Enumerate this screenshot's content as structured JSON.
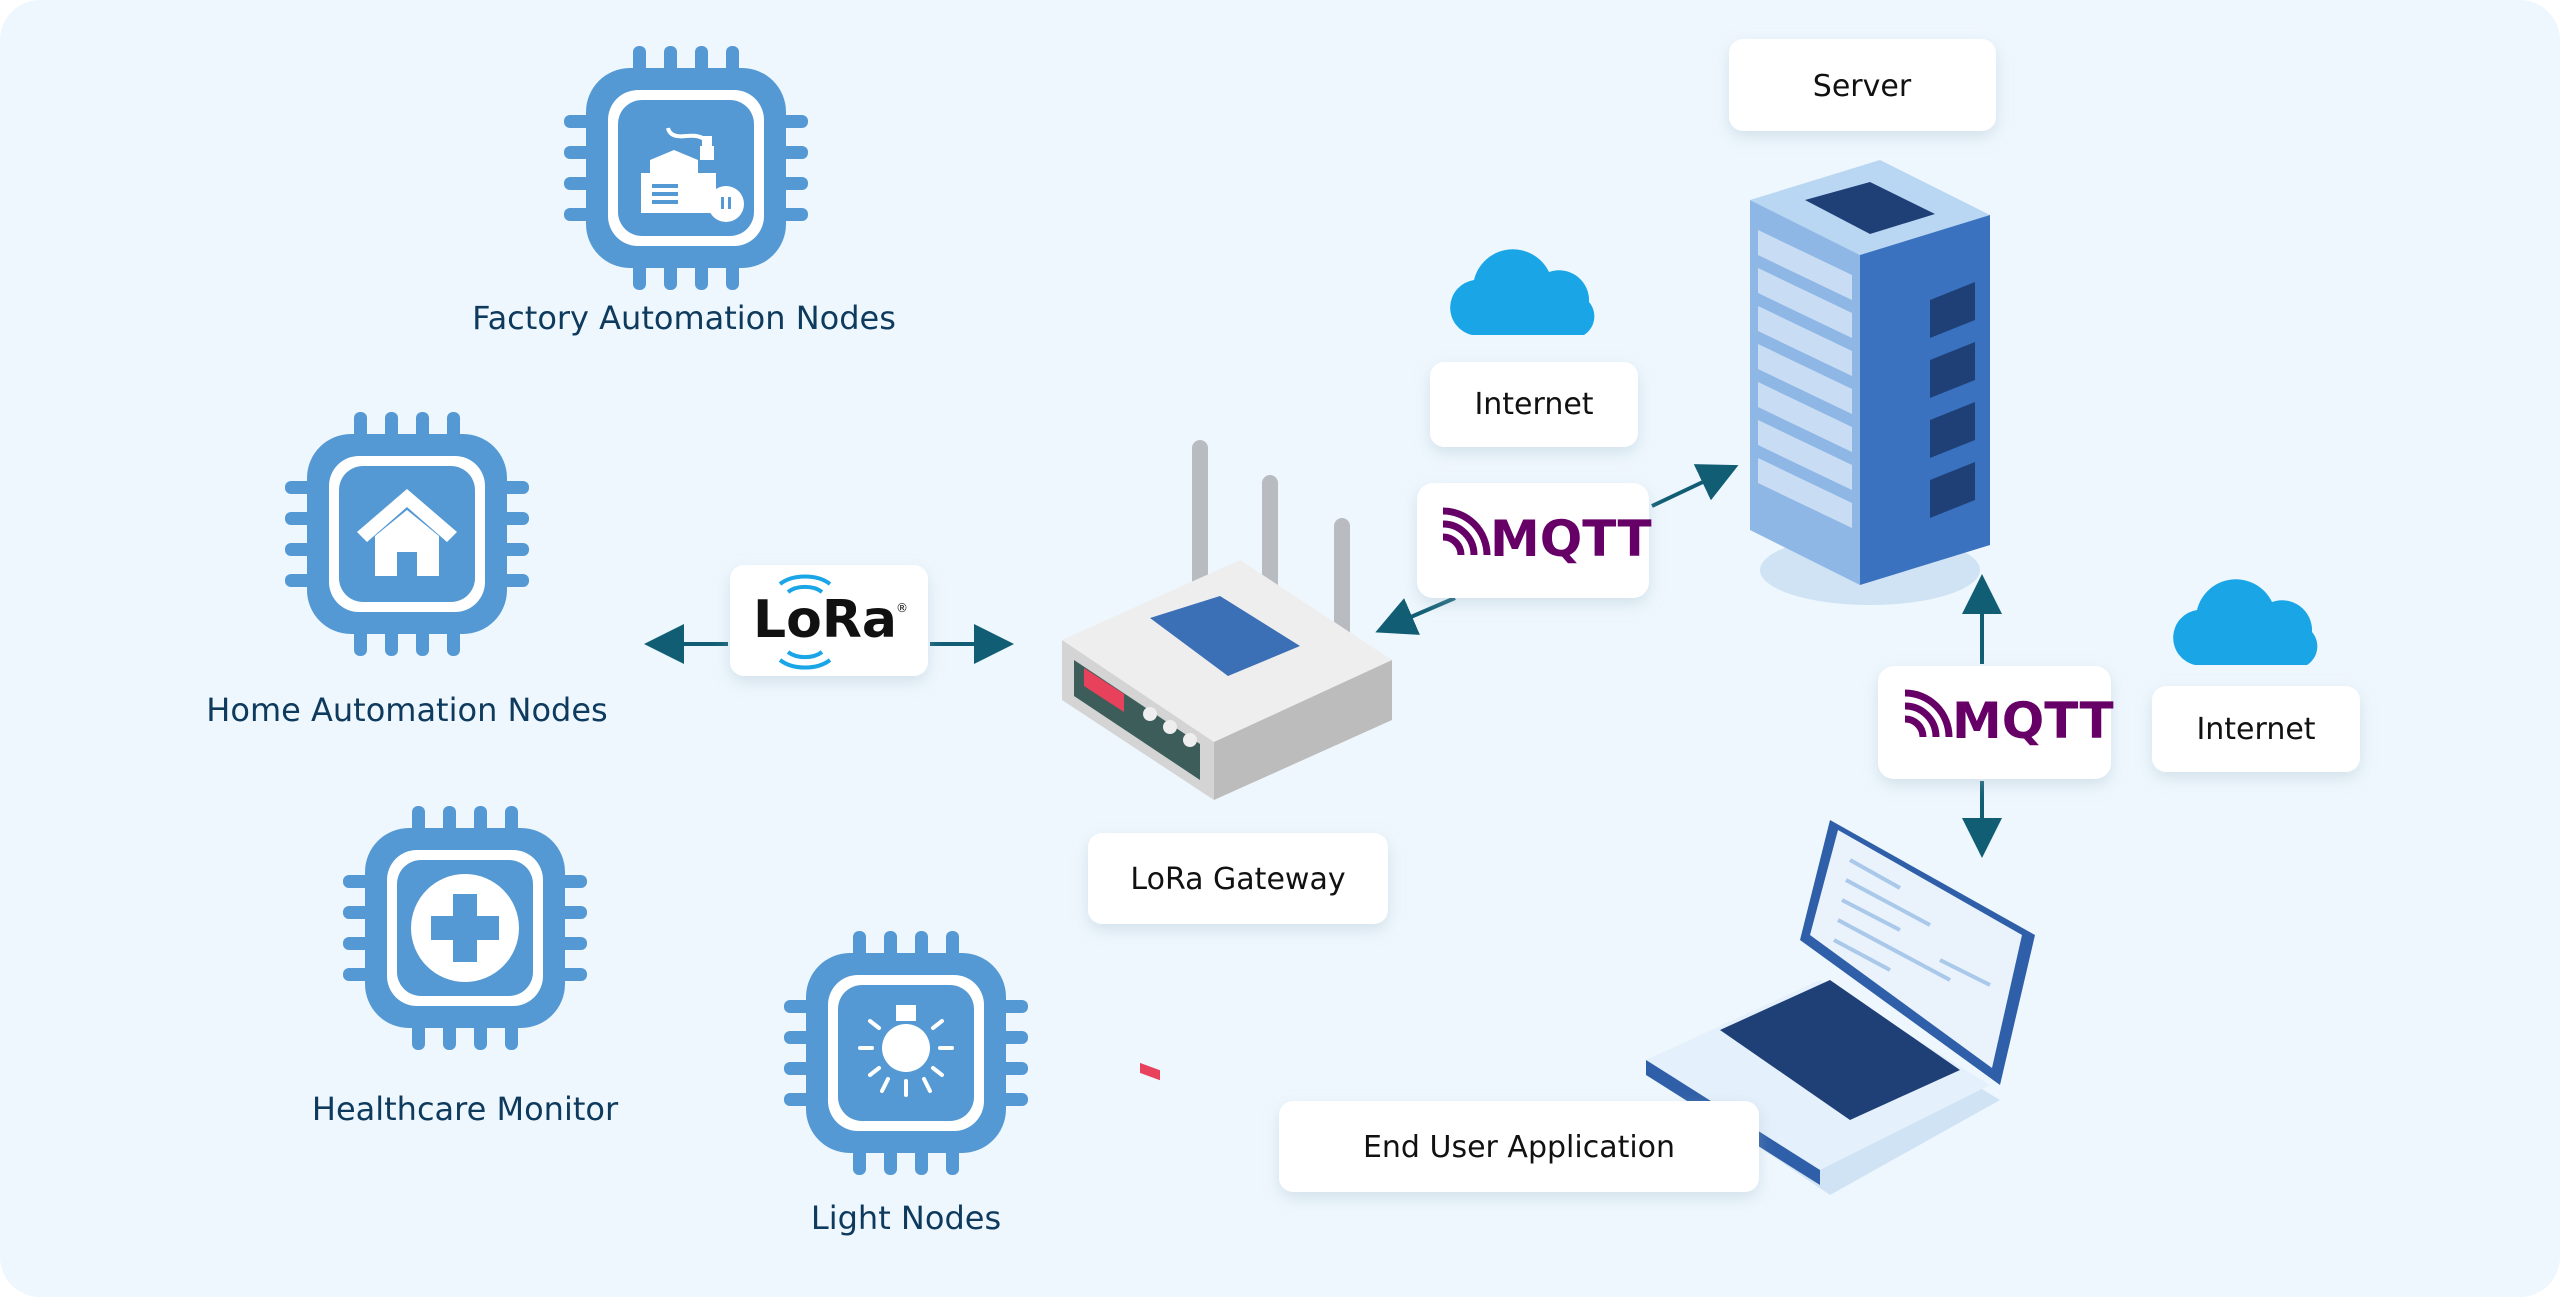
{
  "diagram": {
    "nodes": {
      "factory": {
        "label": "Factory Automation Nodes",
        "icon": "factory-icon"
      },
      "home": {
        "label": "Home Automation Nodes",
        "icon": "house-icon"
      },
      "healthcare": {
        "label": "Healthcare Monitor",
        "icon": "medical-cross-icon"
      },
      "light": {
        "label": "Light Nodes",
        "icon": "light-bulb-icon"
      }
    },
    "lora_logo": {
      "text": "LoRa",
      "mark": "®"
    },
    "gateway": {
      "label": "LoRa Gateway",
      "icon": "router-icon"
    },
    "internet_1": {
      "label": "Internet",
      "icon": "cloud-icon"
    },
    "internet_2": {
      "label": "Internet",
      "icon": "cloud-icon"
    },
    "mqtt_1": {
      "text": "MQTT"
    },
    "mqtt_2": {
      "text": "MQTT"
    },
    "server": {
      "label": "Server",
      "icon": "server-rack-icon"
    },
    "end_user": {
      "label": "End User Application",
      "icon": "laptop-icon"
    }
  },
  "colors": {
    "background": "#eef7fd",
    "chip": "#5599d4",
    "text": "#0e3a5e",
    "arrow": "#115e74",
    "mqtt": "#660066",
    "cloud": "#1aa6e6"
  }
}
